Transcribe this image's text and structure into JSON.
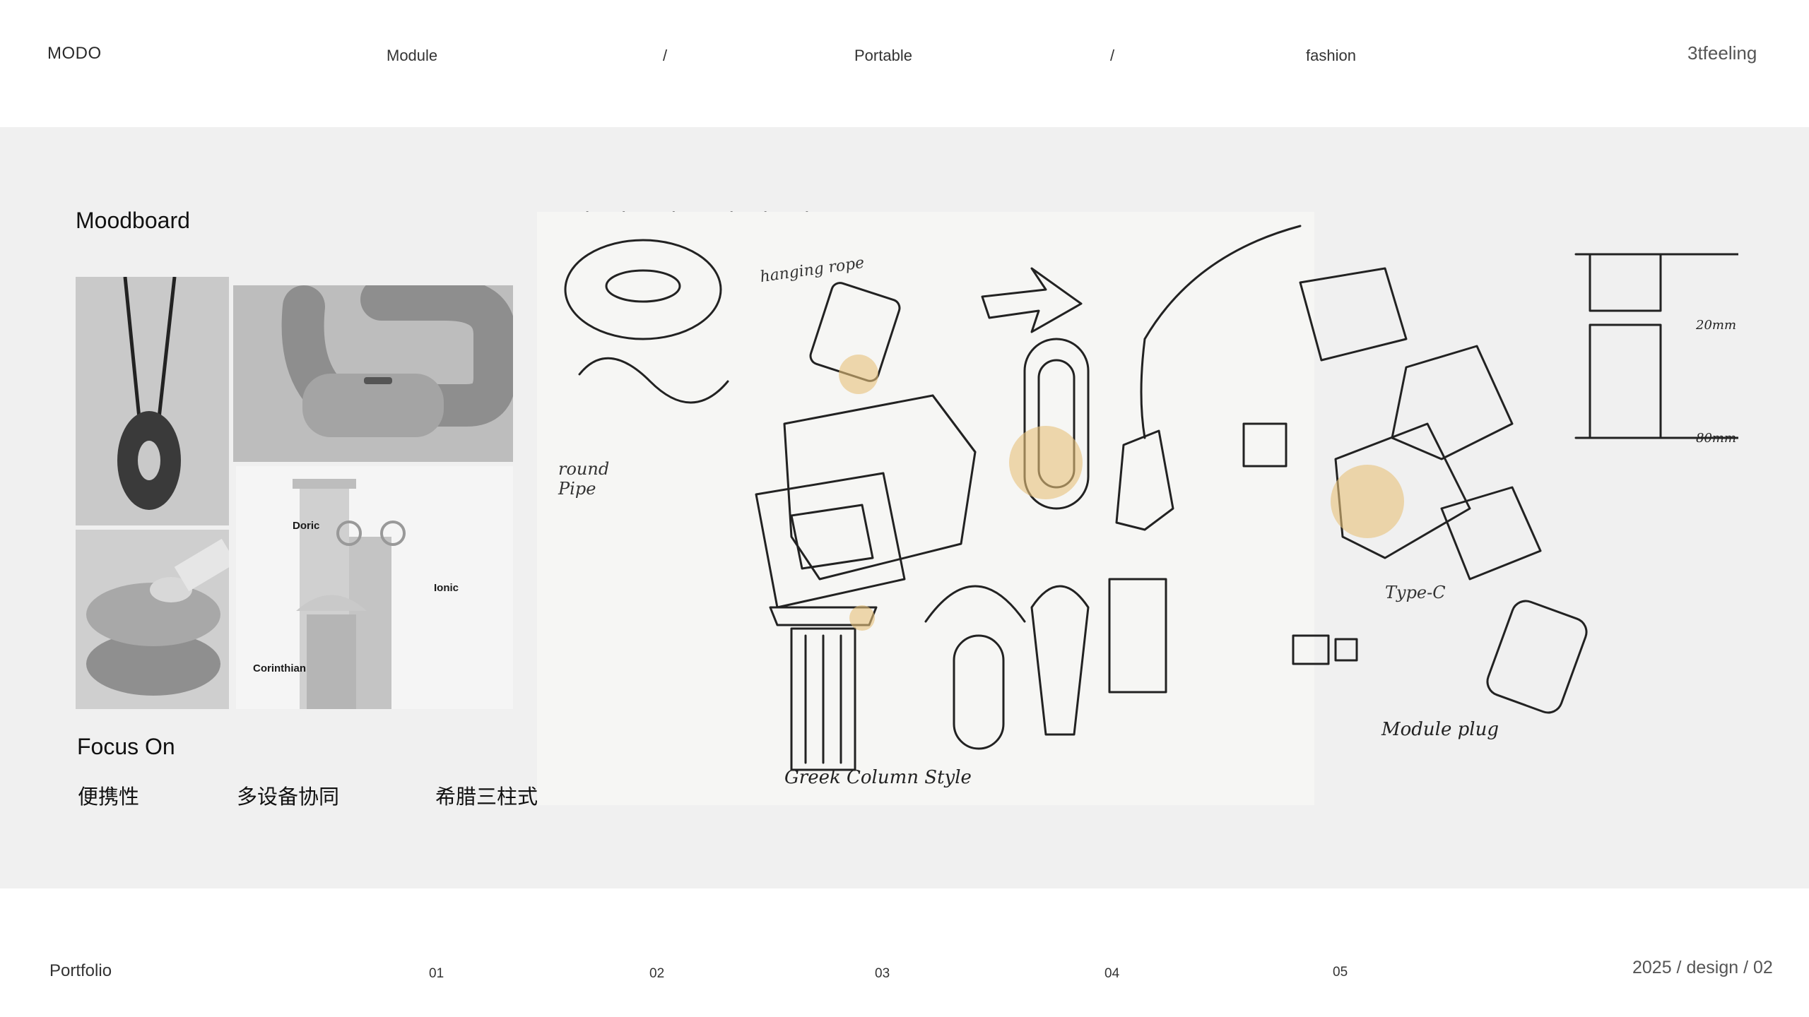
{
  "header": {
    "brand": "MODO",
    "nav": [
      "Module",
      "/",
      "Portable",
      "/",
      "fashion"
    ],
    "right_label": "3tfeeling"
  },
  "moodboard": {
    "title": "Moodboard",
    "column_labels": {
      "doric": "Doric",
      "ionic": "Ionic",
      "corinthian": "Corinthian"
    }
  },
  "sketches": {
    "title": "Ideating Through Sketches",
    "handwritten_notes": [
      "hanging rope",
      "round Pipe",
      "Type-C",
      "Module plug",
      "Greek Column Style",
      "20mm",
      "80mm"
    ]
  },
  "focus": {
    "title": "Focus On",
    "items": [
      "便携性",
      "多设备协同",
      "希腊三柱式"
    ]
  },
  "footer": {
    "left_label": "Portfolio",
    "pages": [
      "01",
      "02",
      "03",
      "04",
      "05"
    ],
    "right_label": "2025 / design / 02"
  },
  "colors": {
    "band_background": "#f0f0f0",
    "accent_dot": "#e8c27a",
    "text": "#1a1a1a"
  }
}
